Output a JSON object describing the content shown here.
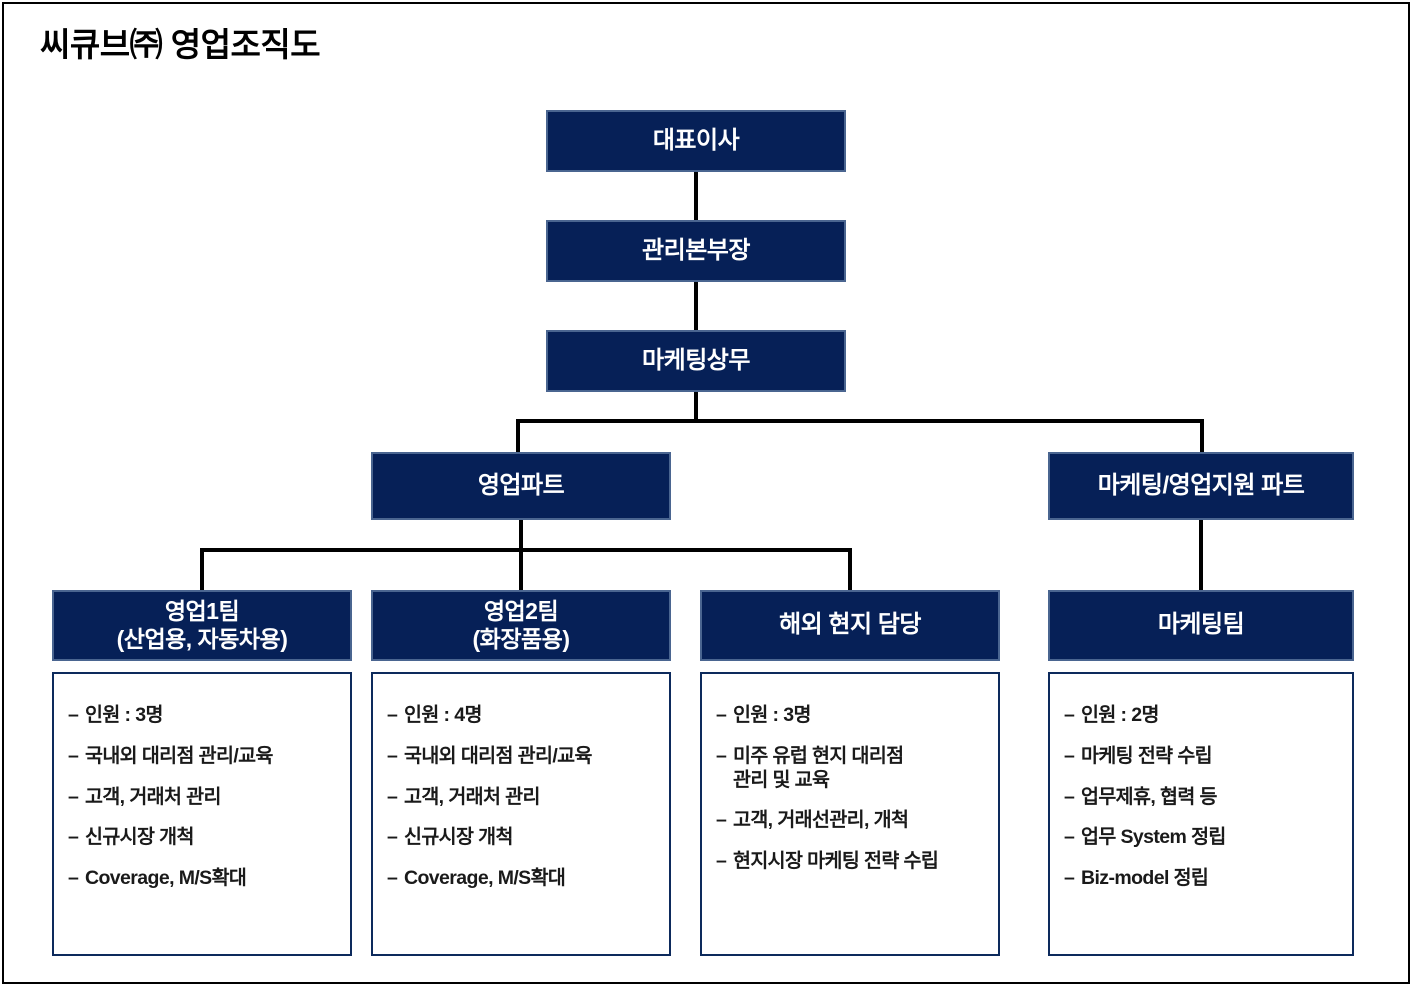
{
  "page": {
    "title": "씨큐브㈜ 영업조직도",
    "colors": {
      "node_fill": "#062057",
      "node_border": "#4a6590",
      "node_text": "#ffffff",
      "detail_border": "#0d2a5c",
      "connector": "#000000",
      "background": "#ffffff"
    }
  },
  "chart_data": {
    "type": "diagram",
    "title": "씨큐브㈜ 영업조직도",
    "nodes": [
      {
        "id": "ceo",
        "label": "대표이사",
        "level": 0
      },
      {
        "id": "admin",
        "label": "관리본부장",
        "level": 1
      },
      {
        "id": "marketing",
        "label": "마케팅상무",
        "level": 2
      },
      {
        "id": "sales-part",
        "label": "영업파트",
        "level": 3
      },
      {
        "id": "mkt-part",
        "label": "마케팅/영업지원 파트",
        "level": 3
      },
      {
        "id": "team1",
        "label": "영업1팀\n(산업용, 자동차용)",
        "level": 4
      },
      {
        "id": "team2",
        "label": "영업2팀\n(화장품용)",
        "level": 4
      },
      {
        "id": "overseas",
        "label": "해외 현지 담당",
        "level": 4
      },
      {
        "id": "mkt-team",
        "label": "마케팅팀",
        "level": 4
      }
    ],
    "edges": [
      [
        "ceo",
        "admin"
      ],
      [
        "admin",
        "marketing"
      ],
      [
        "marketing",
        "sales-part"
      ],
      [
        "marketing",
        "mkt-part"
      ],
      [
        "sales-part",
        "team1"
      ],
      [
        "sales-part",
        "team2"
      ],
      [
        "sales-part",
        "overseas"
      ],
      [
        "mkt-part",
        "mkt-team"
      ]
    ]
  },
  "nodes": {
    "ceo": {
      "label": "대표이사"
    },
    "admin": {
      "label": "관리본부장"
    },
    "marketing": {
      "label": "마케팅상무"
    },
    "sales_part": {
      "label": "영업파트"
    },
    "mkt_part": {
      "label": "마케팅/영업지원 파트"
    },
    "team1": {
      "label": "영업1팀\n(산업용, 자동차용)"
    },
    "team2": {
      "label": "영업2팀\n(화장품용)"
    },
    "overseas": {
      "label": "해외 현지 담당"
    },
    "mkt_team": {
      "label": "마케팅팀"
    }
  },
  "details": {
    "dash": "–",
    "team1": [
      "인원 : 3명",
      "국내외 대리점 관리/교육",
      "고객, 거래처 관리",
      "신규시장 개척",
      "Coverage, M/S확대"
    ],
    "team2": [
      "인원 : 4명",
      "국내외 대리점 관리/교육",
      "고객, 거래처 관리",
      "신규시장 개척",
      "Coverage, M/S확대"
    ],
    "overseas": [
      "인원 : 3명",
      "미주 유럽 현지 대리점\n관리 및 교육",
      "고객, 거래선관리, 개척",
      "현지시장 마케팅 전략 수립"
    ],
    "mkt_team": [
      "인원 : 2명",
      "마케팅 전략 수립",
      "업무제휴, 협력 등",
      "업무 System 정립",
      "Biz-model 정립"
    ]
  }
}
